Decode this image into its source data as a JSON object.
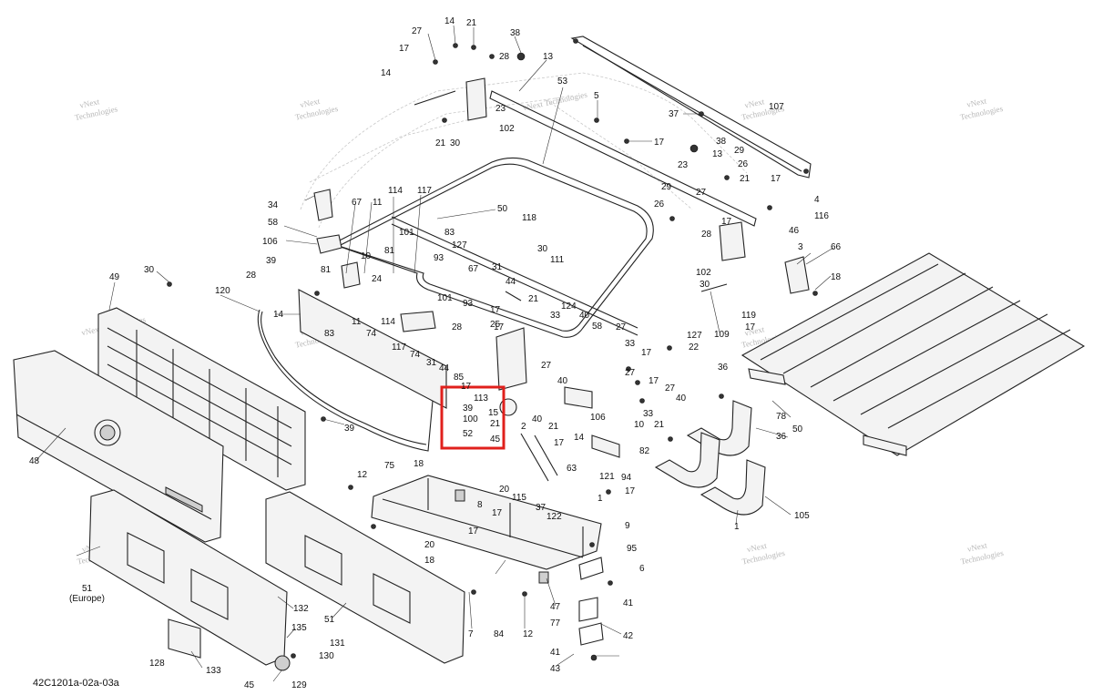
{
  "figure_code": "42C1201a-02a-03a",
  "watermark": {
    "line1": "vNext",
    "line2": "Technologies",
    "full": "vNext Technologies"
  },
  "highlight": {
    "color": "#e0201c",
    "labels": [
      "113",
      "39",
      "100",
      "15",
      "21",
      "52",
      "45"
    ]
  },
  "callouts": {
    "c14a": "14",
    "c21a": "21",
    "c27a": "27",
    "c38a": "38",
    "c17a": "17",
    "c28a": "28",
    "c13a": "13",
    "c14b": "14",
    "c53": "53",
    "c5a": "5",
    "c107": "107",
    "c37a": "37",
    "c23a": "23",
    "c102a": "102",
    "c21b": "21",
    "c30a": "30",
    "c17b": "17",
    "c38b": "38",
    "c29a": "29",
    "c23b": "23",
    "c13b": "13",
    "c26a": "26",
    "c21c": "21",
    "c17c": "17",
    "c27b": "27",
    "c4": "4",
    "c116": "116",
    "c34": "34",
    "c67a": "67",
    "c11a": "11",
    "c114a": "114",
    "c117a": "117",
    "c50a": "50",
    "c118": "118",
    "c29b": "29",
    "c26b": "26",
    "c17d": "17",
    "c46": "46",
    "c58a": "58",
    "c106a": "106",
    "c101a": "101",
    "c83a": "83",
    "c127a": "127",
    "c93a": "93",
    "c30b": "30",
    "c28b": "28",
    "c3": "3",
    "c66": "66",
    "c10a": "10",
    "c81a": "81",
    "c81b": "81",
    "c67b": "67",
    "c31a": "31",
    "c111": "111",
    "c102b": "102",
    "c18a": "18",
    "c39a": "39",
    "c24": "24",
    "c44": "44",
    "c30c": "30",
    "c30d": "30",
    "c49": "49",
    "c28c": "28",
    "c101b": "101",
    "c93b": "93",
    "c21d": "21",
    "c124": "124",
    "c17e": "17",
    "c120": "120",
    "c14c": "14",
    "c11b": "11",
    "c114b": "114",
    "c17f": "17",
    "c33a": "33",
    "c119": "119",
    "c83b": "83",
    "c74a": "74",
    "c28d": "28",
    "c25": "25",
    "c58b": "58",
    "c40a": "40",
    "c27c": "27",
    "c127b": "127",
    "c22": "22",
    "c109": "109",
    "c17g": "17",
    "c117b": "117",
    "c74b": "74",
    "c31b": "31",
    "c33b": "33",
    "c17h": "17",
    "c27d": "27",
    "c44b": "44",
    "c85": "85",
    "c27e": "27",
    "c14d": "14",
    "c17i": "17",
    "c36a": "36",
    "c40b": "40",
    "c27f": "27",
    "c40c": "40",
    "c17j": "17",
    "c48": "48",
    "c39b": "39",
    "c2": "2",
    "c40d": "40",
    "c21e": "21",
    "c106b": "106",
    "c33c": "33",
    "c10b": "10",
    "c21f": "21",
    "c78": "78",
    "c36b": "36",
    "c50b": "50",
    "c14e": "14",
    "c17k": "17",
    "c82": "82",
    "c94": "94",
    "c12a": "12",
    "c18b": "18",
    "c63": "63",
    "c121": "121",
    "c17l": "17",
    "c75": "75",
    "c20a": "20",
    "c115": "115",
    "c8": "8",
    "c1a": "1",
    "c1b": "1",
    "c105": "105",
    "c37b": "37",
    "c17m": "17",
    "c122": "122",
    "c9": "9",
    "c17n": "17",
    "c20b": "20",
    "c95": "95",
    "c18c": "18",
    "c6": "6",
    "c47": "47",
    "c41a": "41",
    "c7": "7",
    "c84": "84",
    "c12b": "12",
    "c77": "77",
    "c42": "42",
    "c41b": "41",
    "c43": "43",
    "c51a": "51",
    "c51a_note": "(Europe)",
    "c132": "132",
    "c51b": "51",
    "c135": "135",
    "c131": "131",
    "c130": "130",
    "c128": "128",
    "c133": "133",
    "c45": "45",
    "c129": "129"
  },
  "icons": [
    "fastener-icon",
    "bolt-icon",
    "nut-icon",
    "latch-icon",
    "hinge-icon"
  ]
}
